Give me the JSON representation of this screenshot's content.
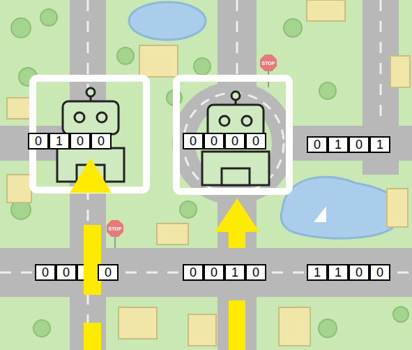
{
  "diagram": {
    "labels": [
      "STOP",
      "0",
      "1",
      "0",
      "0",
      "0",
      "0",
      "0",
      "0",
      "0",
      "1",
      "0",
      "1",
      "STOP",
      "0",
      "0",
      "0",
      "0",
      "0",
      "1",
      "0",
      "1",
      "1",
      "0",
      "0"
    ]
  }
}
